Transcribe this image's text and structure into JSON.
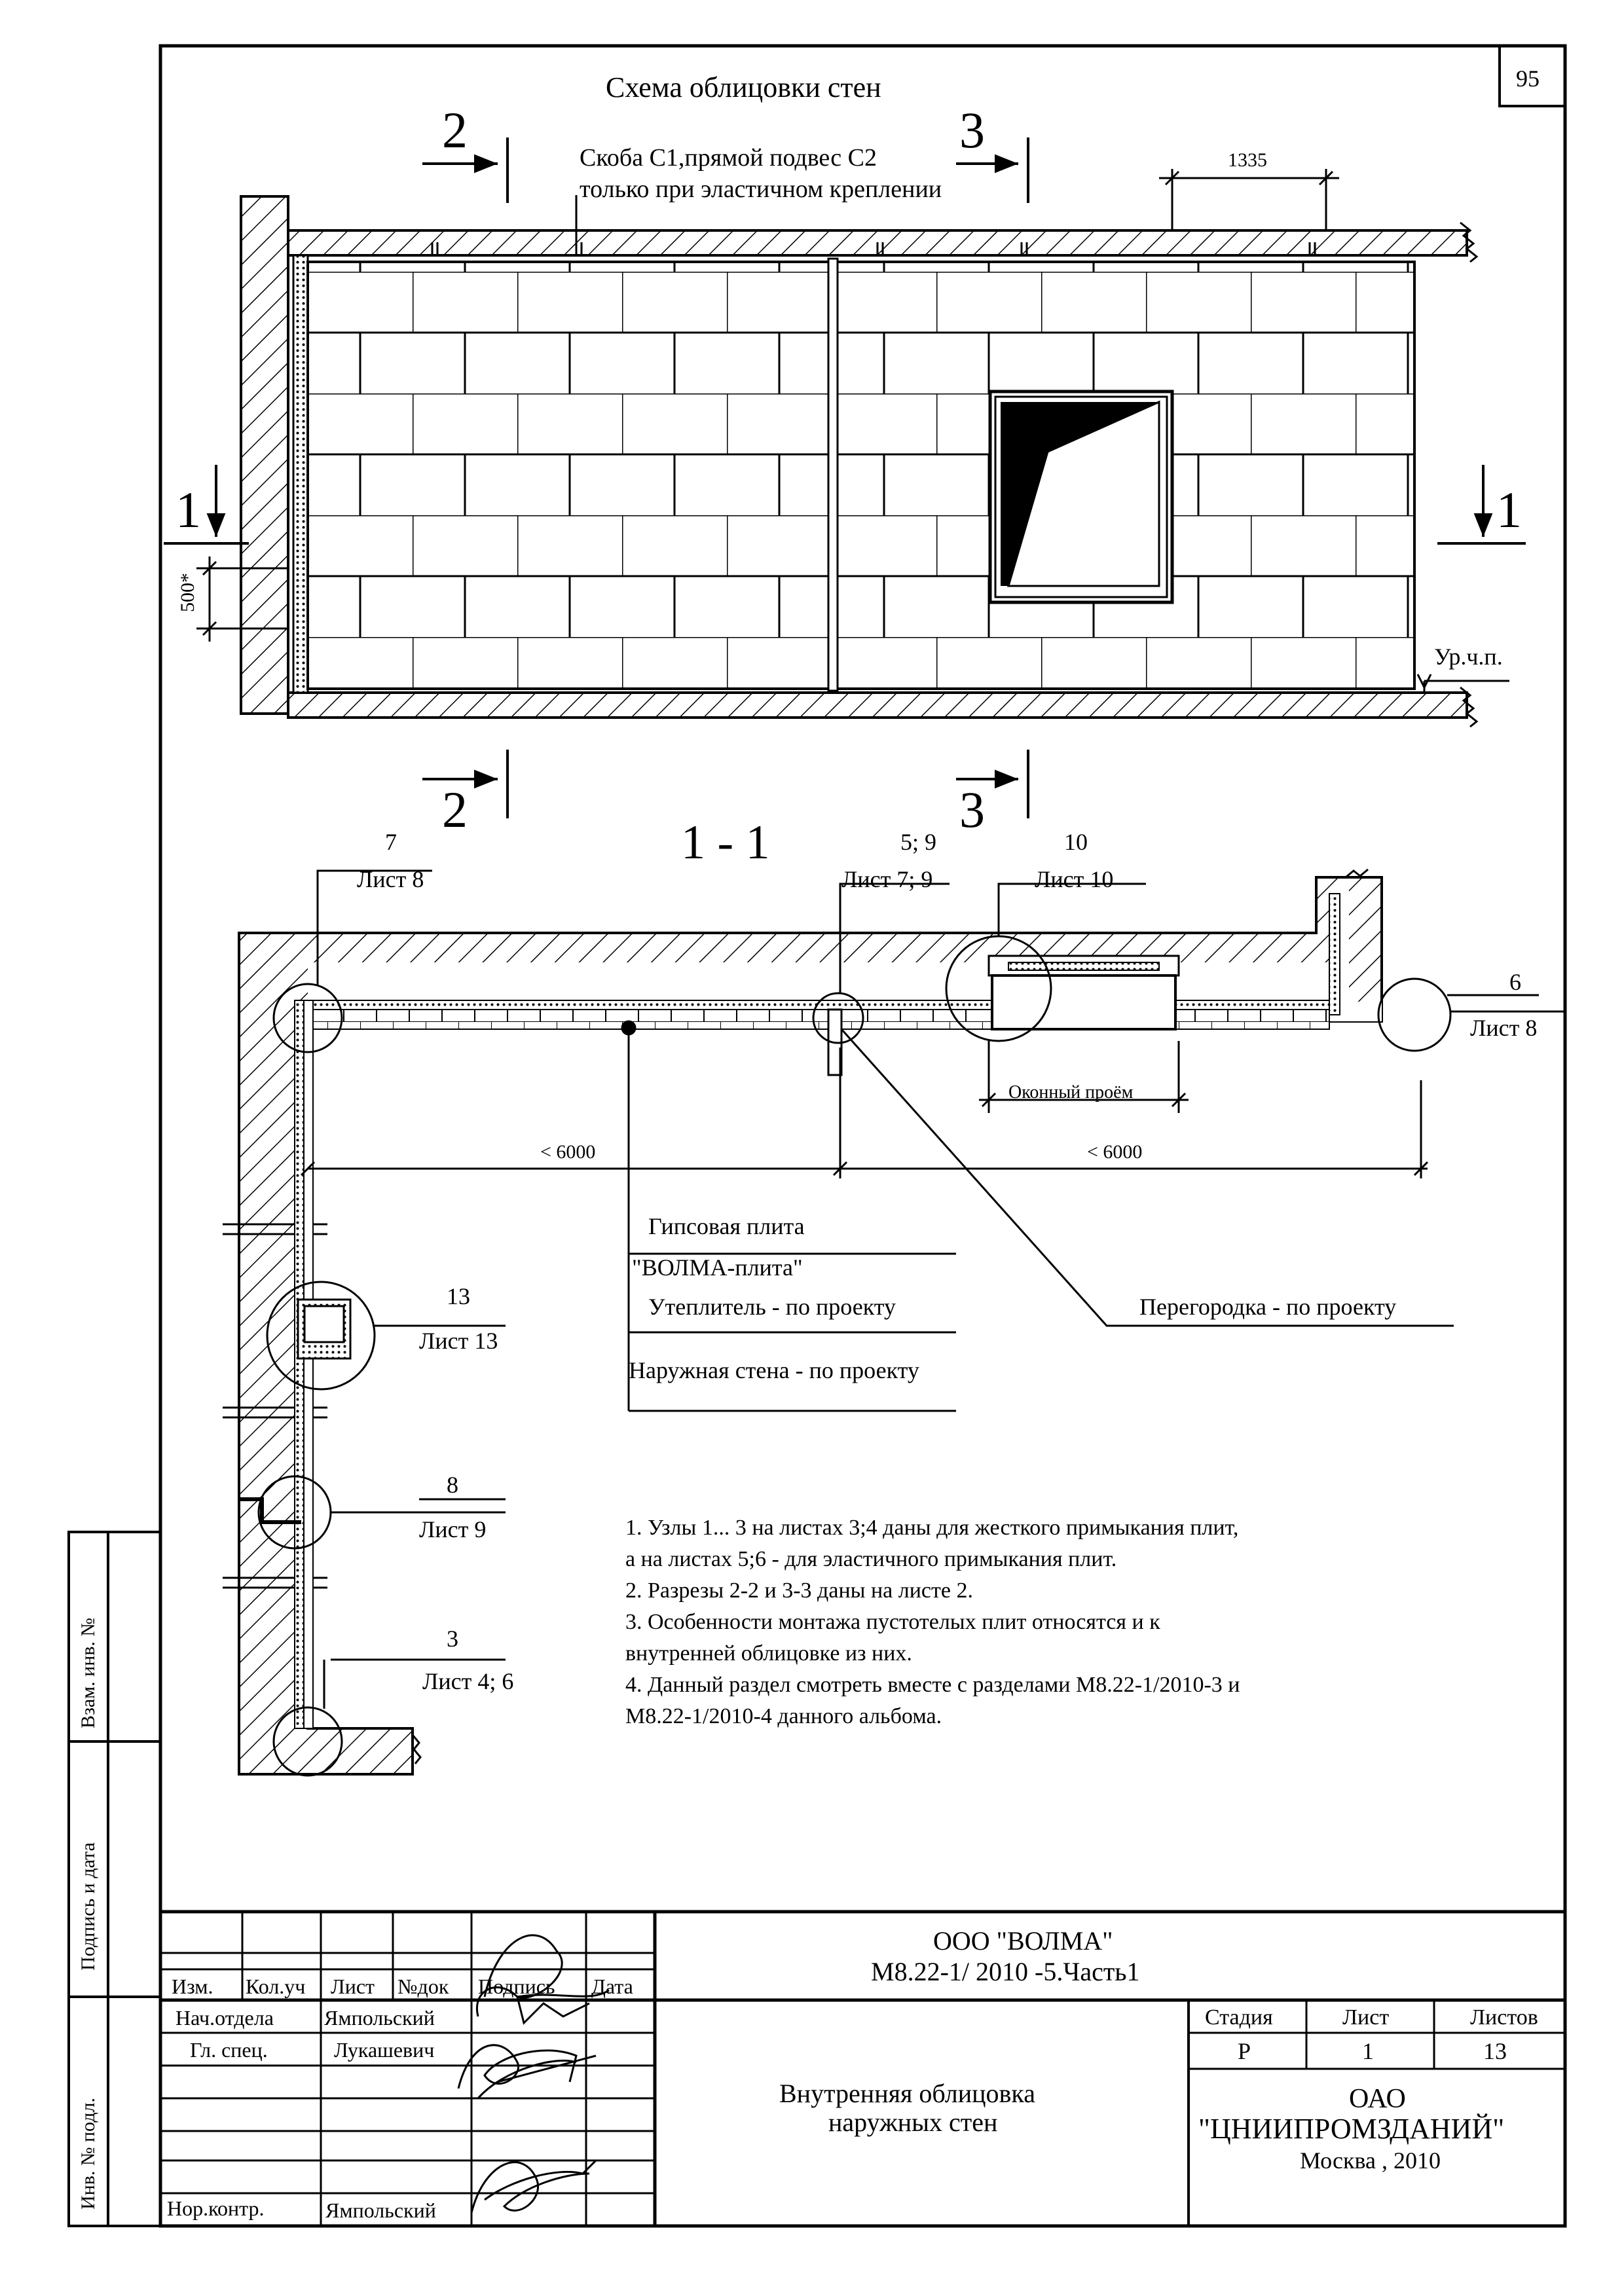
{
  "sheet_number": "95",
  "plan": {
    "title": "Схема облицовки стен",
    "bracket_note_1": "Скоба С1,прямой подвес С2",
    "bracket_note_2": "только при эластичном креплении",
    "dim_1335": "1335",
    "dim_500": "500*",
    "floor_level": "Ур.ч.п.",
    "cut_marks": {
      "c2_top": "2",
      "c3_top": "3",
      "c1_left": "1",
      "c1_right": "1",
      "c2_bottom": "2",
      "c3_bottom": "3"
    }
  },
  "section": {
    "title": "1 - 1",
    "callouts": [
      {
        "num": "7",
        "sheet": "Лист 8"
      },
      {
        "num": "5; 9",
        "sheet": "Лист 7; 9"
      },
      {
        "num": "10",
        "sheet": "Лист 10"
      },
      {
        "num": "6",
        "sheet": "Лист 8"
      },
      {
        "num": "13",
        "sheet": "Лист 13"
      },
      {
        "num": "8",
        "sheet": "Лист 9"
      },
      {
        "num": "3",
        "sheet": "Лист 4; 6"
      }
    ],
    "window_label": "Оконный проём",
    "dim_left": "< 6000",
    "dim_right": "< 6000",
    "layers": [
      "Гипсовая плита",
      "\"ВОЛМА-плита\"",
      "Утеплитель - по проекту",
      "Наружная стена - по проекту"
    ],
    "partition": "Перегородка - по проекту"
  },
  "notes": [
    "1. Узлы 1... 3 на листах 3;4 даны для жесткого примыкания плит,",
    "а на листах 5;6 - для эластичного примыкания плит.",
    "2. Разрезы 2-2 и 3-3 даны на листе 2.",
    "3. Особенности монтажа пустотелых плит относятся и к",
    "внутренней облицовке из них.",
    "4. Данный раздел смотреть вместе с разделами М8.22-1/2010-3 и",
    "М8.22-1/2010-4 данного альбома."
  ],
  "side_stamps": {
    "top": "Взам. инв. №",
    "middle": "Подпись и дата",
    "bottom": "Инв. № подл."
  },
  "title_block": {
    "headers": [
      "Изм.",
      "Кол.уч",
      "Лист",
      "№док",
      "Подпись",
      "Дата"
    ],
    "rows": [
      {
        "role": "Нач.отдела",
        "name": "Ямпольский"
      },
      {
        "role": "Гл. спец.",
        "name": "Лукашевич"
      },
      {
        "role": "Нор.контр.",
        "name": "Ямпольский"
      }
    ],
    "org_line_1": "ООО \"ВОЛМА\"",
    "org_line_2": "М8.22-1/ 2010 -5.Часть1",
    "doc_title_1": "Внутренняя облицовка",
    "doc_title_2": "наружных стен",
    "stage_label": "Стадия",
    "sheet_label": "Лист",
    "sheets_label": "Листов",
    "stage": "Р",
    "sheet": "1",
    "sheets": "13",
    "company_1": "ОАО",
    "company_2": "\"ЦНИИПРОМЗДАНИЙ\"",
    "city_year": "Москва , 2010"
  }
}
